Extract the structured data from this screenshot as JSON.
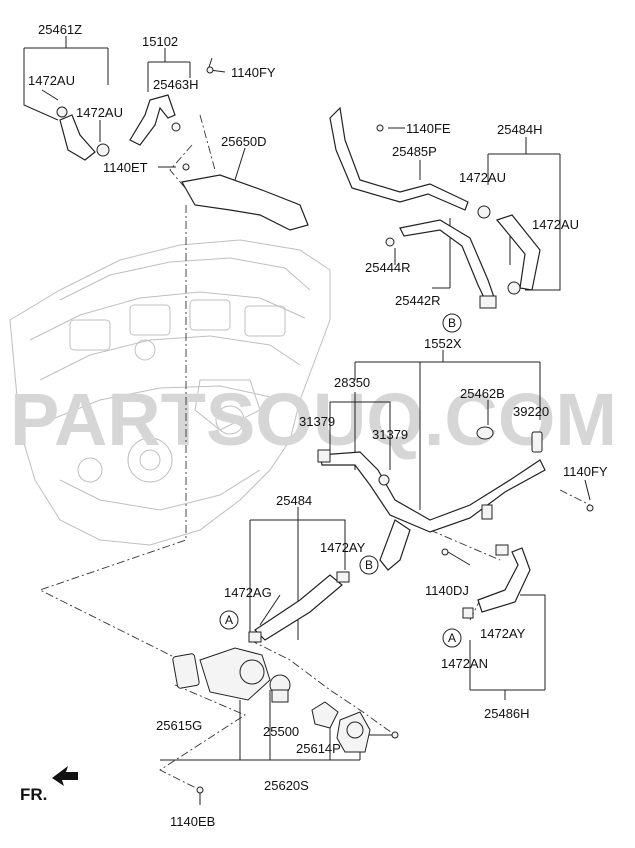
{
  "watermark": "PARTSOUQ.COM",
  "labels": [
    {
      "id": "l-25461Z",
      "text": "25461Z"
    },
    {
      "id": "l-1472AU-a",
      "text": "1472AU"
    },
    {
      "id": "l-1472AU-b",
      "text": "1472AU"
    },
    {
      "id": "l-15102",
      "text": "15102"
    },
    {
      "id": "l-25463H",
      "text": "25463H"
    },
    {
      "id": "l-1140FY-a",
      "text": "1140FY"
    },
    {
      "id": "l-1140ET",
      "text": "1140ET"
    },
    {
      "id": "l-25650D",
      "text": "25650D"
    },
    {
      "id": "l-1140FE",
      "text": "1140FE"
    },
    {
      "id": "l-25484H",
      "text": "25484H"
    },
    {
      "id": "l-25485P",
      "text": "25485P"
    },
    {
      "id": "l-1472AU-c",
      "text": "1472AU"
    },
    {
      "id": "l-1472AU-d",
      "text": "1472AU"
    },
    {
      "id": "l-25444R",
      "text": "25444R"
    },
    {
      "id": "l-25442R",
      "text": "25442R"
    },
    {
      "id": "l-1552X",
      "text": "1552X"
    },
    {
      "id": "l-28350",
      "text": "28350"
    },
    {
      "id": "l-25462B",
      "text": "25462B"
    },
    {
      "id": "l-31379-a",
      "text": "31379"
    },
    {
      "id": "l-31379-b",
      "text": "31379"
    },
    {
      "id": "l-39220",
      "text": "39220"
    },
    {
      "id": "l-1140FY-b",
      "text": "1140FY"
    },
    {
      "id": "l-25484",
      "text": "25484"
    },
    {
      "id": "l-1472AY-a",
      "text": "1472AY"
    },
    {
      "id": "l-1472AG",
      "text": "1472AG"
    },
    {
      "id": "l-1140DJ",
      "text": "1140DJ"
    },
    {
      "id": "l-1472AY-b",
      "text": "1472AY"
    },
    {
      "id": "l-1472AN",
      "text": "1472AN"
    },
    {
      "id": "l-25486H",
      "text": "25486H"
    },
    {
      "id": "l-25615G",
      "text": "25615G"
    },
    {
      "id": "l-25500",
      "text": "25500"
    },
    {
      "id": "l-25614P",
      "text": "25614P"
    },
    {
      "id": "l-25620S",
      "text": "25620S"
    },
    {
      "id": "l-1140EB",
      "text": "1140EB"
    }
  ],
  "callouts": [
    {
      "id": "c-B-top",
      "text": "B"
    },
    {
      "id": "c-B-mid",
      "text": "B"
    },
    {
      "id": "c-A-left",
      "text": "A"
    },
    {
      "id": "c-A-right",
      "text": "A"
    }
  ],
  "direction_marker": {
    "text": "FR.",
    "icon": "arrow-icon"
  }
}
